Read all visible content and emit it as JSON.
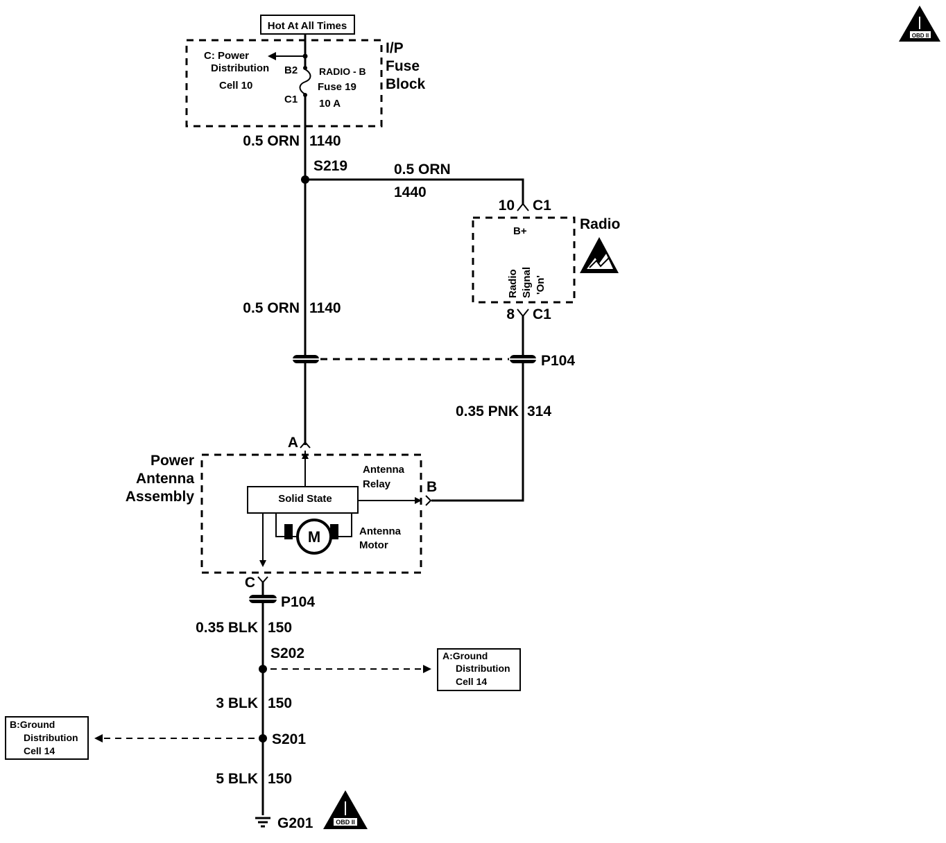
{
  "header_box": "Hot At All Times",
  "fuse_block": {
    "title_lines": [
      "I/P",
      "Fuse",
      "Block"
    ],
    "ref_lines": [
      "C: Power",
      "Distribution",
      "Cell 10"
    ],
    "pin_top": "B2",
    "pin_bottom": "C1",
    "fuse_lines": [
      "RADIO - B",
      "Fuse 19",
      "10 A"
    ]
  },
  "wires": {
    "fuse_out_gauge": "0.5 ORN",
    "fuse_out_circuit": "1140",
    "radio_feed_gauge": "0.5 ORN",
    "radio_feed_circuit": "1440",
    "antenna_feed_gauge": "0.5 ORN",
    "antenna_feed_circuit": "1140",
    "signal_gauge": "0.35 PNK",
    "signal_circuit": "314",
    "ground1_gauge": "0.35 BLK",
    "ground1_circuit": "150",
    "ground2_gauge": "3 BLK",
    "ground2_circuit": "150",
    "ground3_gauge": "5 BLK",
    "ground3_circuit": "150"
  },
  "splices": {
    "s219": "S219",
    "s202": "S202",
    "s201": "S201"
  },
  "radio": {
    "title": "Radio",
    "power_pin": "B+",
    "signal_lines": [
      "Radio",
      "Signal",
      "'On'"
    ],
    "c1_top_pin": "10",
    "c1_top_conn": "C1",
    "c1_bottom_pin": "8",
    "c1_bottom_conn": "C1"
  },
  "connectors": {
    "p104_upper": "P104",
    "p104_lower": "P104"
  },
  "antenna": {
    "title_lines": [
      "Power",
      "Antenna",
      "Assembly"
    ],
    "pin_a": "A",
    "pin_b": "B",
    "pin_c": "C",
    "solid_state": "Solid State",
    "relay_lines": [
      "Antenna",
      "Relay"
    ],
    "motor_lines": [
      "Antenna",
      "Motor"
    ],
    "motor_symbol": "M"
  },
  "ground_refs": {
    "a_lines": [
      "A:Ground",
      "Distribution",
      "Cell 14"
    ],
    "b_lines": [
      "B:Ground",
      "Distribution",
      "Cell 14"
    ]
  },
  "ground_point": "G201",
  "obd_badge": "OBD II",
  "icons": [
    "esd-warning-icon",
    "obd-ii-warning-icon",
    "ground-symbol-icon",
    "motor-icon"
  ]
}
